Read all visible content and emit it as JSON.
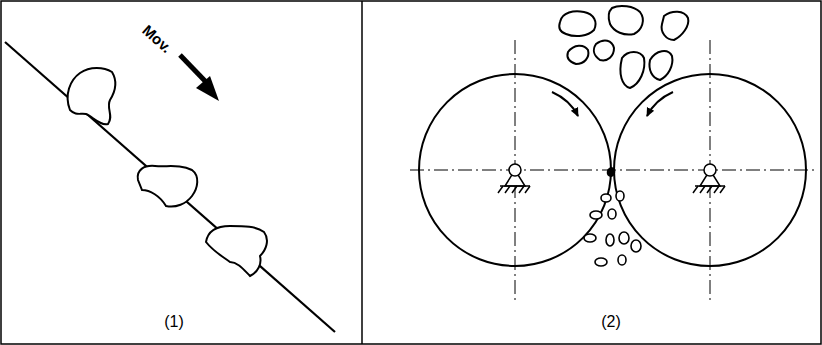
{
  "diagram": {
    "labels": [
      "Mov.",
      "(1)",
      "(2)"
    ]
  }
}
